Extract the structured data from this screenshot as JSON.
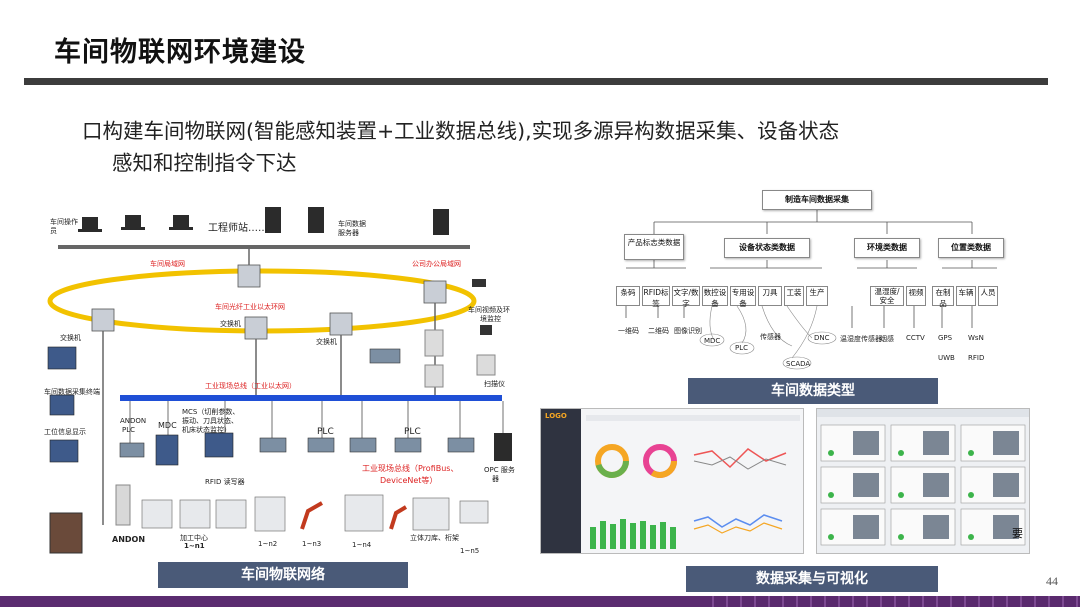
{
  "slide": {
    "title": "车间物联网环境建设",
    "bullet_line1": "口构建车间物联网(智能感知装置+工业数据总线),实现多源异构数据采集、设备状态",
    "bullet_line2": "感知和控制指令下达",
    "page_number": "44"
  },
  "network": {
    "caption": "车间物联网络",
    "labels": {
      "top_l1": "车间操作",
      "top_l2": "员",
      "engineer": "工程师站……",
      "server": "车间数据",
      "server2": "服务器",
      "workshop_lan": "车间局域网",
      "company_lan": "公司办公局域网",
      "ring": "车间光纤工业以太环网",
      "switch1": "交换机",
      "switch2": "交换机",
      "switch3": "交换机",
      "monitor": "车间数据采集终端",
      "station": "工位信息显示",
      "andon_top": "ANDON",
      "andon_top2": "PLC",
      "mdc": "MDC",
      "mcs": "MCS（切削参数、",
      "mcs2": "振动、刀具状态、",
      "mcs3": "机床状态监控）",
      "plc1": "PLC",
      "plc2": "PLC",
      "bus": "工业现场总线（工业以太网）",
      "field_bus": "工业现场总线（ProfiBus、",
      "field_bus2": "DeviceNet等）",
      "opc": "OPC 服务",
      "opc2": "器",
      "andon": "ANDON",
      "machining": "加工中心",
      "machining2": "1~n1",
      "n2": "1~n2",
      "n3": "1~n3",
      "n4": "1~n4",
      "rfid": "RFID 读写器",
      "video": "车间视频及环",
      "video2": "境监控",
      "measure": "立体刀库、桁架",
      "agv": "1~n5",
      "scan": "扫描仪"
    }
  },
  "datatypes": {
    "caption": "车间数据类型",
    "root": "制造车间数据采集",
    "groups": [
      {
        "label": "产品标志类数据"
      },
      {
        "label": "设备状态类数据"
      },
      {
        "label": "环境类数据"
      },
      {
        "label": "位置类数据"
      }
    ],
    "items": [
      "RFID标签",
      "文字/数字",
      "条码",
      "数控设备",
      "专用设备",
      "刀具",
      "工装",
      "生产",
      "温湿度/安全",
      "视频",
      "在制品",
      "车辆",
      "人员"
    ],
    "leaves": [
      "一维码",
      "二维码",
      "图像识别",
      "MDC",
      "PLC",
      "DNC",
      "传感器",
      "SCADA",
      "温湿度传感器",
      "烟感",
      "CCTV",
      "GPS",
      "WsN",
      "UWB",
      "RFID"
    ]
  },
  "dashboard": {
    "caption": "数据采集与可视化",
    "logo": "LOGO",
    "corner_text": "要"
  },
  "colors": {
    "caption_bg": "#4a5a78",
    "bus_blue": "#1f4fd6",
    "ring_yellow": "#f2c200",
    "red_label": "#dd2222",
    "footer_purple": "#5b2c70"
  }
}
